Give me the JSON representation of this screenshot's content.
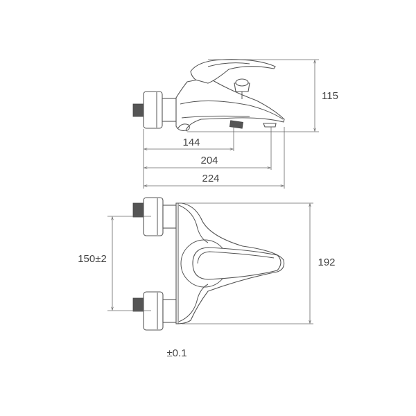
{
  "side_view": {
    "height_label": "115",
    "length_labels": [
      "144",
      "204",
      "224"
    ]
  },
  "top_view": {
    "spacing_label": "150±2",
    "depth_label": "192"
  },
  "tolerance_label": "±0.1"
}
